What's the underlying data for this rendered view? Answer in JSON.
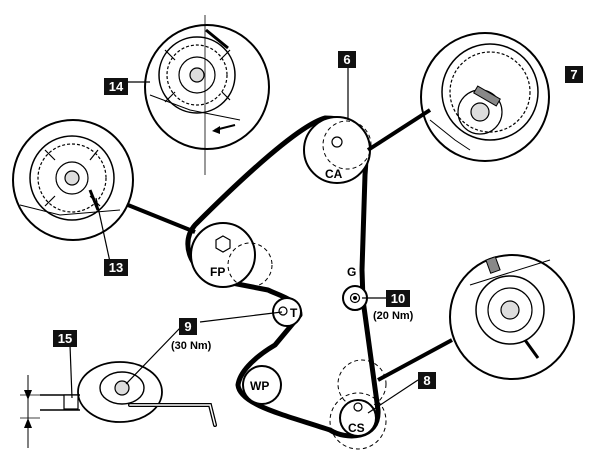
{
  "pulleys": {
    "camshaft": "CA",
    "fuel_pump": "FP",
    "tensioner": "T",
    "water_pump": "WP",
    "crankshaft": "CS",
    "guide": "G"
  },
  "callouts": {
    "c6": "6",
    "c7": "7",
    "c8": "8",
    "c9": "9",
    "c10": "10",
    "c13": "13",
    "c14": "14",
    "c15": "15"
  },
  "torques": {
    "tensioner_torque": "(30 Nm)",
    "guide_torque": "(20 Nm)"
  },
  "colors": {
    "ink": "#000000",
    "callout_box": "#111111",
    "background": "#ffffff"
  }
}
